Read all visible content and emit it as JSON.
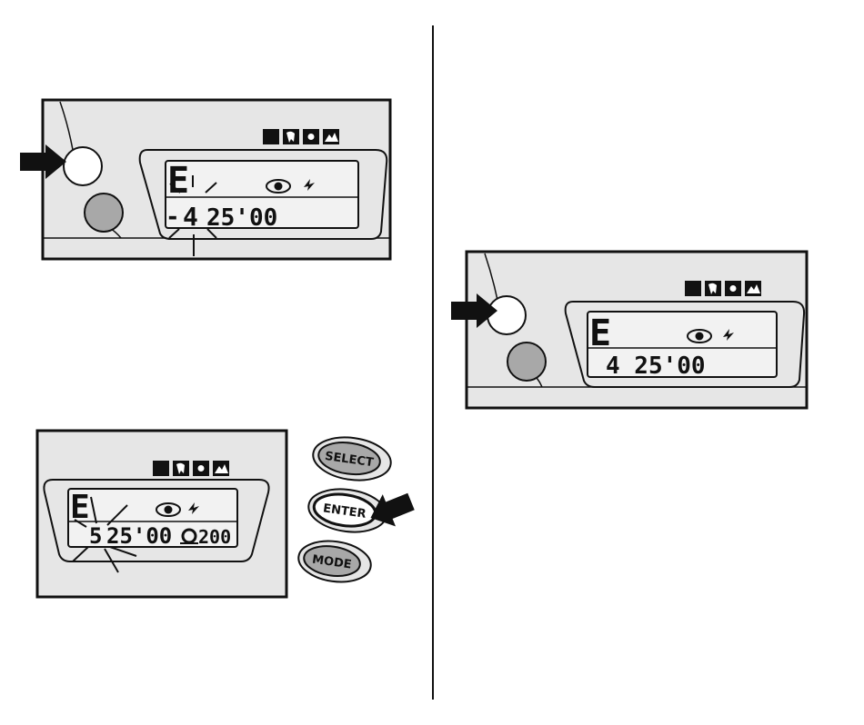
{
  "panel_top_left": {
    "mode_letter": "E",
    "lcd_minus": "-",
    "lcd_flash_digit": "4",
    "lcd_rest": "25'00"
  },
  "panel_bottom_left": {
    "mode_letter": "E",
    "lcd_flash_digit": "5",
    "lcd_rest": "25'00",
    "counter": "200"
  },
  "buttons": {
    "select": "SELECT",
    "enter": "ENTER",
    "mode": "MODE"
  },
  "panel_right": {
    "mode_letter": "E",
    "lcd_value": "4 25'00"
  },
  "colors": {
    "panel_fill": "#e6e6e6",
    "button_grey": "#a8a8a8",
    "lcd_fill": "#f2f2f2",
    "ink": "#111111"
  },
  "icons": [
    "night-portrait-icon",
    "portrait-icon",
    "spot-icon",
    "landscape-icon",
    "red-eye-icon",
    "flash-icon",
    "self-timer-icon"
  ]
}
